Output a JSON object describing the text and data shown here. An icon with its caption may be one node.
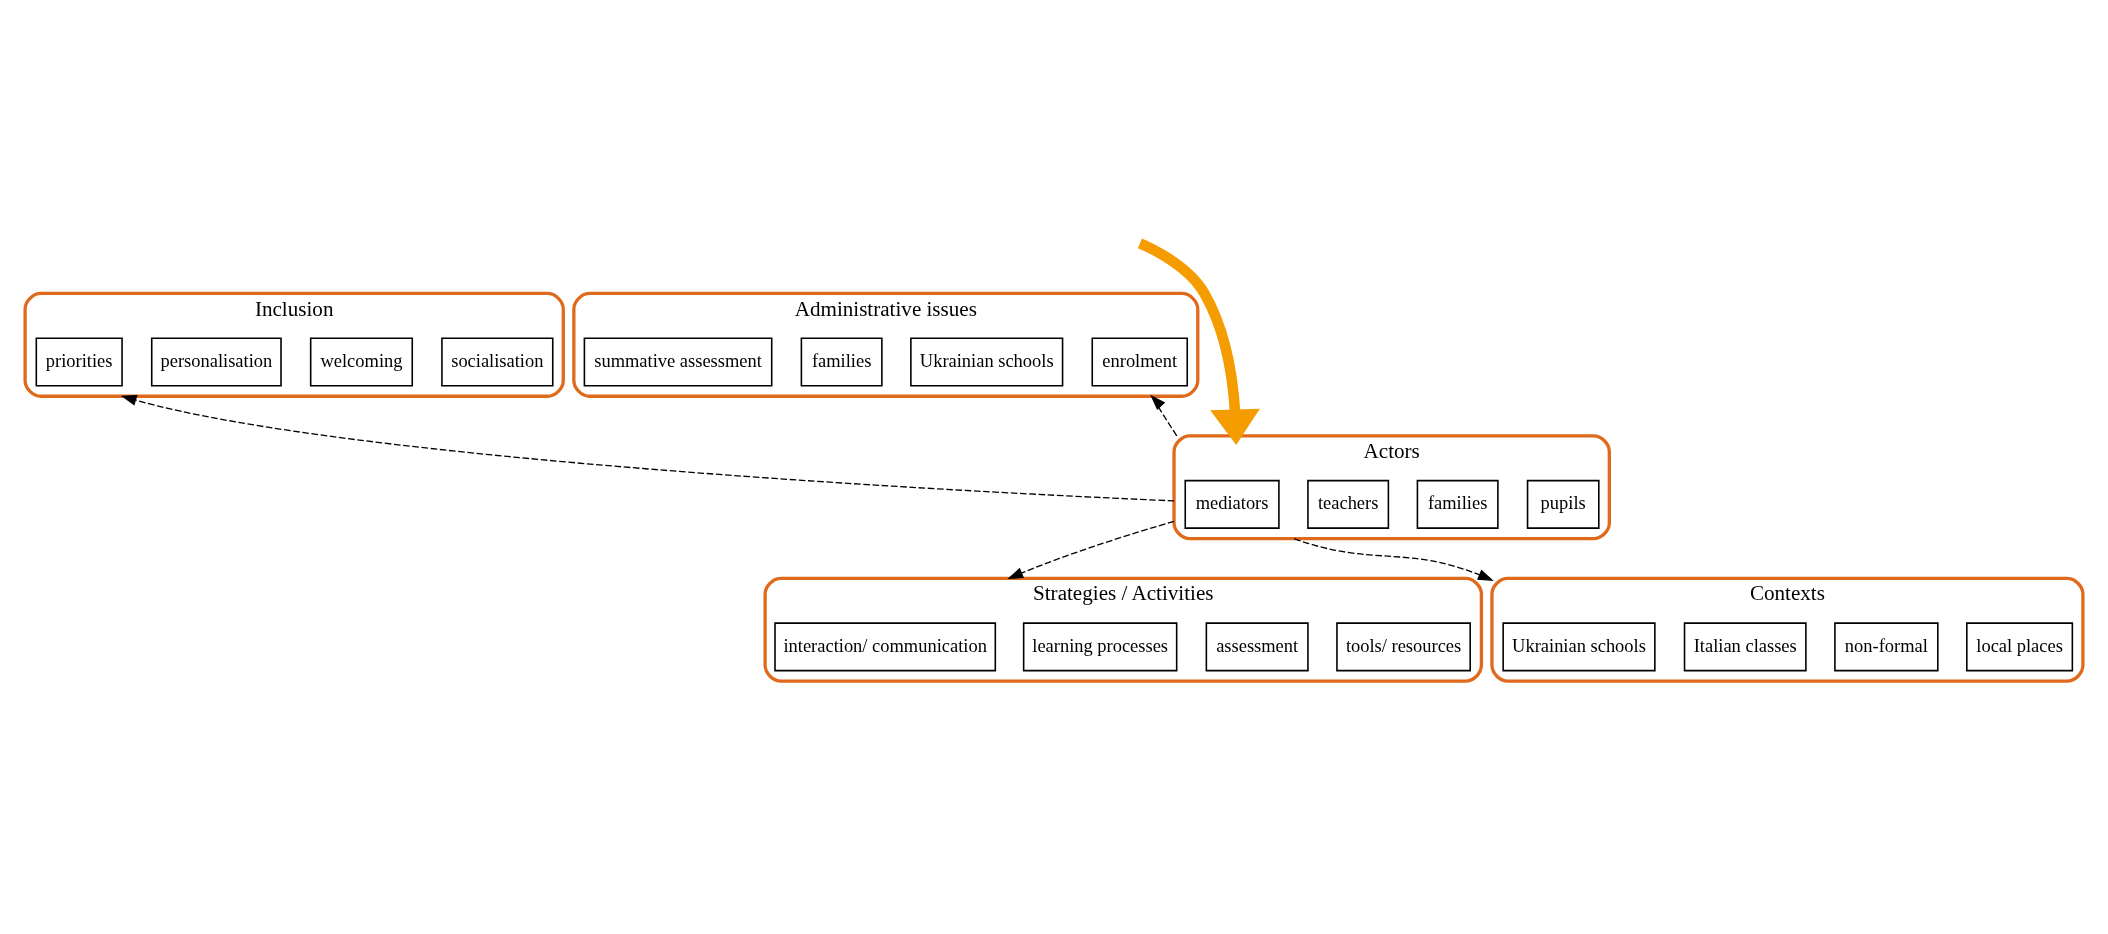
{
  "diagram": {
    "nodes": [
      {
        "text": [
          "Inclusion"
        ]
      },
      {
        "text": [
          "priorities"
        ],
        "in": 0
      },
      {
        "text": [
          "personalisation"
        ],
        "in": 0
      },
      {
        "text": [
          "welcoming"
        ],
        "in": 0
      },
      {
        "text": [
          "socialisation"
        ],
        "in": 0
      },
      {
        "text": [
          "Administrative issues"
        ]
      },
      {
        "text": [
          "enrolment"
        ],
        "in": 5
      },
      {
        "text": [
          "summative assessment"
        ],
        "in": 5
      },
      {
        "text": [
          "families"
        ],
        "in": 5
      },
      {
        "text": [
          "Ukrainian schools"
        ],
        "in": 5
      },
      {
        "text": [
          "Actors"
        ]
      },
      {
        "text": [
          "mediators"
        ],
        "in": 10
      },
      {
        "text": [
          "teachers"
        ],
        "in": 10
      },
      {
        "text": [
          "families"
        ],
        "in": 10
      },
      {
        "text": [
          "pupils"
        ],
        "in": 10
      },
      {
        "text": [
          "Strategies / Activities"
        ]
      },
      {
        "text": [
          "interaction/ communication"
        ],
        "in": 15
      },
      {
        "text": [
          "learning processes"
        ],
        "in": 15
      },
      {
        "text": [
          "assessment"
        ],
        "in": 15
      },
      {
        "text": [
          "tools/ resources"
        ],
        "in": 15
      },
      {
        "text": [
          "Contexts"
        ]
      },
      {
        "text": [
          "Ukrainian schools"
        ],
        "in": 20
      },
      {
        "text": [
          "Italian classes"
        ],
        "in": 20
      },
      {
        "text": [
          "non-formal"
        ],
        "in": 20
      },
      {
        "text": [
          "local places"
        ],
        "in": 20
      }
    ],
    "edges": [
      {
        "from": null,
        "to": 10,
        "arrow": "to",
        "style": "thick",
        "color": "#f59c00"
      },
      {
        "from": 10,
        "to": 0,
        "arrow": "to",
        "style": "dashed"
      },
      {
        "from": 10,
        "to": 5,
        "arrow": "to",
        "style": "dashed"
      },
      {
        "from": 10,
        "to": 15,
        "arrow": "to",
        "style": "dashed"
      },
      {
        "from": 10,
        "to": 20,
        "arrow": "to",
        "style": "dashed"
      }
    ]
  }
}
